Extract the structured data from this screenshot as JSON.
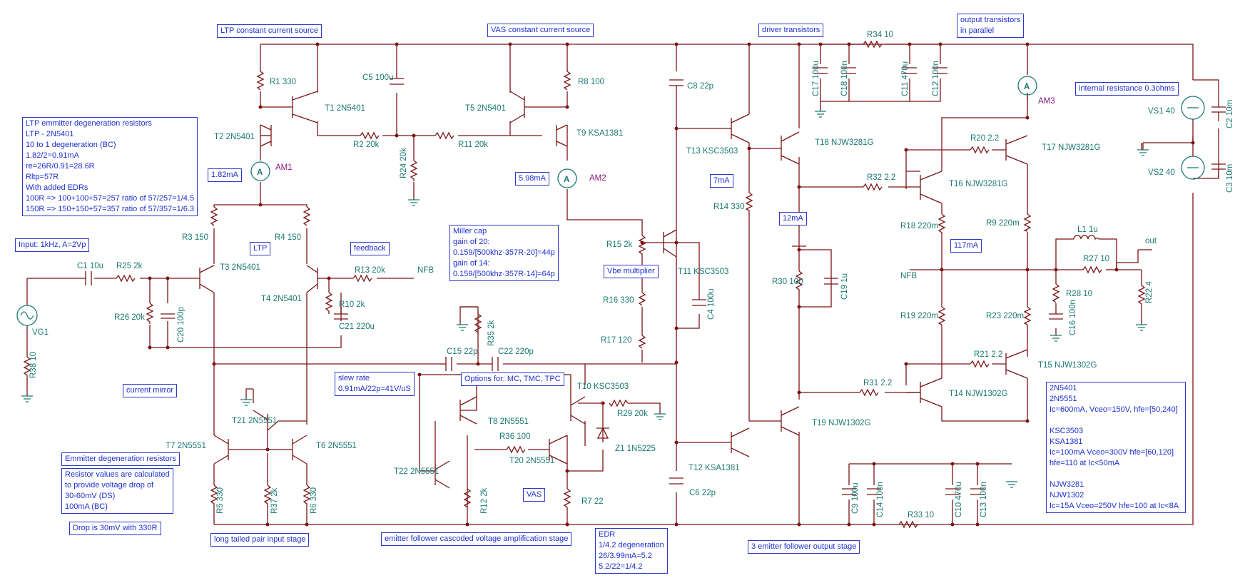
{
  "notes": {
    "ltp_ccs": "LTP constant current source",
    "vas_ccs": "VAS constant current source",
    "driver": "driver transistors",
    "out_parallel": [
      "output transistors",
      "in parallel"
    ],
    "internal_res": "internal resistance 0.3ohms",
    "ltp_emitter": [
      "LTP emmitter degeneration resistors",
      "LTP - 2N5401",
      "10 to 1 degeneration (BC)",
      "1.82/2=0.91mA",
      "re=26R/0.91=28.6R",
      "Rltp=57R",
      "With added EDRs",
      "100R => 100+100+57=257 ratio of 57/257=1/4.5",
      "150R => 150+150+57=357 ratio of 57/357=1/6.3"
    ],
    "cur_182": "1.82mA",
    "cur_598": "5.98mA",
    "cur_7": "7mA",
    "cur_12": "12mA",
    "cur_117": "117mA",
    "input": "Input: 1kHz, A=2Vp",
    "ltp": "LTP",
    "feedback": "feedback",
    "miller": [
      "Miller cap",
      "gain of 20:",
      "0.159/[500khz·357R·20]=44p",
      "gain of 14:",
      "0.159/[500khz·357R·14]=64p"
    ],
    "vbe": "Vbe multiplier",
    "current_mirror": "current mirror",
    "slew": [
      "slew rate",
      "0.91mA/22p=41V/uS"
    ],
    "options": "Options for: MC, TMC, TPC",
    "emitter_deg": "Emmitter degeneration resistors",
    "res_values": [
      "Resistor values are calculated",
      " to provide voltage drop of",
      "30-60mV (DS)",
      "100mA (BC)"
    ],
    "drop": "Drop is 30mV with 330R",
    "vas": "VAS",
    "ltp_stage": "long tailed pair input stage",
    "vas_stage": "emitter follower cascoded voltage amplification stage",
    "edr": [
      "EDR",
      "1/4.2 degeneration",
      "26/3.99mA=5.2",
      "5.2/22=1/4.2"
    ],
    "out_stage": "3 emitter follower output stage",
    "specs": [
      "2N5401",
      "2N5551",
      "Ic=600mA, Vceo=150V, hfe=[50,240]",
      "",
      "KSC3503",
      "KSA1381",
      "Ic=100mA Vceo=300V hfe=[60,120]",
      "hfe=110 at Ic<50mA",
      "",
      "NJW3281",
      "NJW1302",
      "Ic=15A Vceo=250V hfe=100 at Ic<8A"
    ]
  },
  "components": {
    "R1": "R1 330",
    "T1": "T1 2N5401",
    "C5": "C5 100u",
    "T5": "T5 2N5401",
    "R8": "R8 100",
    "C8": "C8 22p",
    "T2": "T2 2N5401",
    "R2": "R2 20k",
    "R11": "R11 20k",
    "T9": "T9 KSA1381",
    "R24": "R24 20k",
    "AM1": "AM1",
    "AM2": "AM2",
    "AM3": "AM3",
    "T13": "T13 KSC3503",
    "T18": "T18 NJW3281G",
    "R14": "R14 330",
    "R34": "R34 10",
    "C17": "C17 100u",
    "C18": "C18 100n",
    "C11": "C11 470u",
    "C12": "C12 100n",
    "R3": "R3 150",
    "R4": "R4 150",
    "T3": "T3 2N5401",
    "T4": "T4 2N5401",
    "R13": "R13 20k",
    "NFB": "NFB",
    "C1": "C1 10u",
    "R25": "R25 2k",
    "R26": "R26 20k",
    "C20": "C20 100p",
    "R10": "R10 2k",
    "C21": "C21 220u",
    "VG1": "VG1",
    "R38": "R38 10",
    "R15": "R15 2k",
    "T11": "T11 KSC3503",
    "C4": "C4 100u",
    "R16": "R16 330",
    "R17": "R17 120",
    "R30": "R30 100",
    "C19": "C19 1u",
    "R20": "R20 2.2",
    "T17": "T17 NJW3281G",
    "R32": "R32 2.2",
    "T16": "T16 NJW3281G",
    "R18": "R18 220m",
    "R9": "R9 220m",
    "VS1": "VS1 40",
    "VS2": "VS2 40",
    "C2": "C2 10m",
    "C3": "C3 10m",
    "L1": "L1 1u",
    "out": "out",
    "R27": "R27 10",
    "R28": "R28 10",
    "R22": "R22 4",
    "C16": "C16 100n",
    "NFB2": "NFB",
    "R19": "R19 220m",
    "R23": "R23 220m",
    "R21": "R21 2.2",
    "T15": "T15 NJW1302G",
    "R31": "R31 2.2",
    "T14": "T14 NJW1302G",
    "T19": "T19 NJW1302G",
    "C15": "C15 22p",
    "C22": "C22 220p",
    "R35": "R35 2k",
    "T10": "T10 KSC3503",
    "R29": "R29 20k",
    "T21": "T21 2N5551",
    "T8": "T8 2N5551",
    "T7": "T7 2N5551",
    "T6": "T6 2N5551",
    "R36": "R36 100",
    "T20": "T20 2N5551",
    "Z1": "Z1 1N5225",
    "T22": "T22 2N5551",
    "R12": "R12 2k",
    "R7": "R7 22",
    "T12": "T12 KSA1381",
    "C6": "C6 22p",
    "R5": "R5 330",
    "R37": "R37 2k",
    "R6": "R6 330",
    "C9": "C9 100u",
    "C14": "C14 100n",
    "R33": "R33 10",
    "C10": "C10 470u",
    "C13": "C13 100n"
  },
  "colors": {
    "wire": "#7a1414",
    "label": "#1b7a72",
    "note": "#1e2fd0",
    "meter": "#8a1a7a"
  }
}
